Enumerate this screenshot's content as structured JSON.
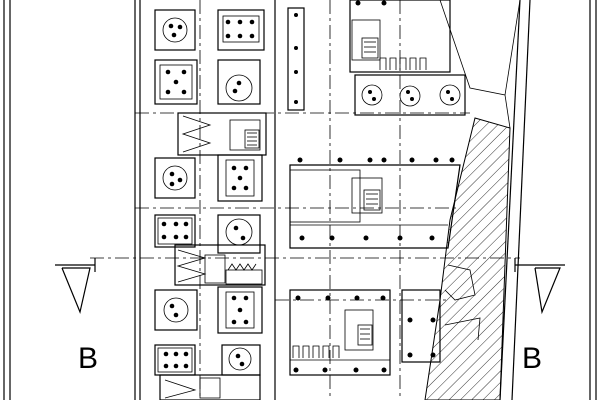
{
  "section_marker": {
    "left_label": "B",
    "right_label": "B"
  },
  "plan": {
    "tables_four_seat_count": 4,
    "tables_round_count": 6,
    "kitchen_units_count": 5
  }
}
